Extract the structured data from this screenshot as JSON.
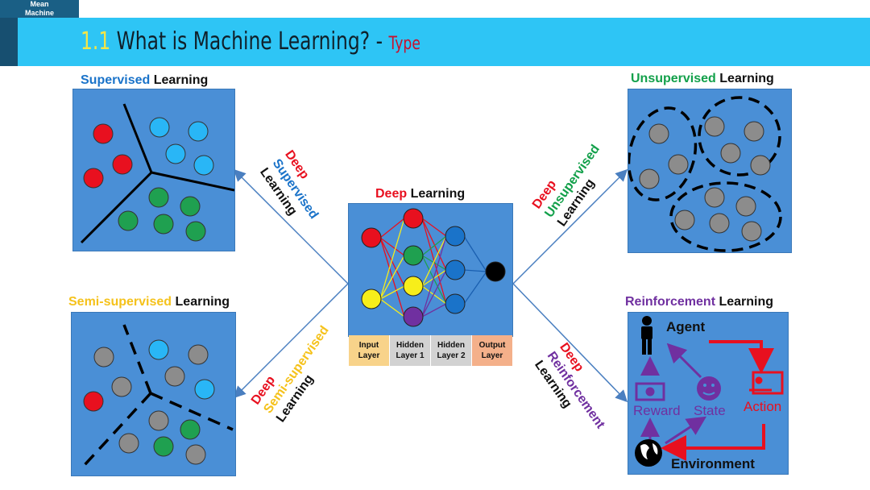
{
  "logo": {
    "line1": "Mean",
    "line2": "Machine"
  },
  "header": {
    "number": "1.1",
    "title": "What is Machine Learning?",
    "dash": "-",
    "subtitle": "Type"
  },
  "center": {
    "title_deep": "Deep",
    "title_rest": "Learning",
    "layers": [
      {
        "line1": "Input",
        "line2": "Layer",
        "color": "#f8d38a"
      },
      {
        "line1": "Hidden",
        "line2": "Layer 1",
        "color": "#d2d2d2"
      },
      {
        "line1": "Hidden",
        "line2": "Layer 2",
        "color": "#d2d2d2"
      },
      {
        "line1": "Output",
        "line2": "Layer",
        "color": "#f4b08a"
      }
    ],
    "input_nodes": [
      "#e8101f",
      "#f7ee1a"
    ],
    "hidden1_nodes": [
      "#e8101f",
      "#1fa050",
      "#f7ee1a",
      "#7030a0"
    ],
    "hidden2_nodes": [
      "#1a73c9",
      "#1a73c9",
      "#1a73c9"
    ],
    "output_node": "#000000"
  },
  "panels": {
    "supervised": {
      "title_colored": "Supervised",
      "title_rest": "Learning"
    },
    "unsupervised": {
      "title_colored": "Unsupervised",
      "title_rest": "Learning"
    },
    "semi": {
      "title_colored": "Semi-supervised",
      "title_rest": "Learning"
    },
    "reinforcement": {
      "title_colored": "Reinforcement",
      "title_rest": "Learning",
      "agent": "Agent",
      "reward": "Reward",
      "state": "State",
      "action": "Action",
      "environment": "Environment"
    }
  },
  "connectors": {
    "top_left": {
      "line1": "Deep",
      "line2": "Supervised",
      "line3": "Learning"
    },
    "bottom_left": {
      "line1": "Deep",
      "line2": "Semi-supervised",
      "line3": "Learning"
    },
    "top_right": {
      "line1": "Deep",
      "line2": "Unsupervised",
      "line3": "Learning"
    },
    "bottom_right": {
      "line1": "Deep",
      "line2": "Reinforcement",
      "line3": "Learning"
    }
  },
  "colors": {
    "banner": "#2ec5f5",
    "panel": "#4a8fd6",
    "red": "#e8101f",
    "blue_dot": "#29b6f6",
    "green_dot": "#1fa050",
    "gray_dot": "#8c8c8c",
    "purple": "#7030a0"
  }
}
